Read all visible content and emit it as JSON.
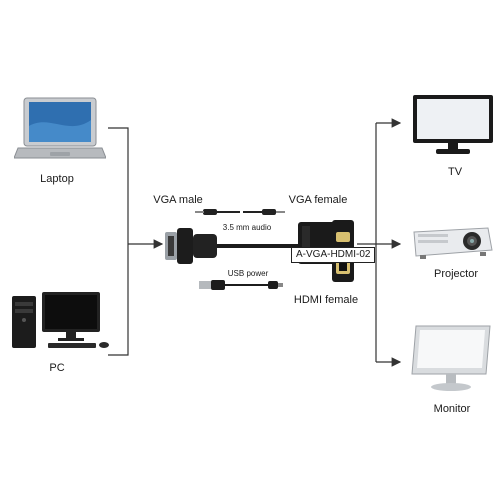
{
  "labels": {
    "laptop": "Laptop",
    "pc": "PC",
    "vga_male": "VGA male",
    "vga_female": "VGA female",
    "audio": "3.5 mm audio",
    "usb_power": "USB power",
    "hdmi_female": "HDMI female",
    "model": "A-VGA-HDMI-02",
    "tv": "TV",
    "projector": "Projector",
    "monitor": "Monitor"
  },
  "colors": {
    "line": "#333333",
    "device_dark": "#1c1c1c",
    "screen_blue": "#2f6fb0",
    "silver": "#c9ccd0"
  }
}
